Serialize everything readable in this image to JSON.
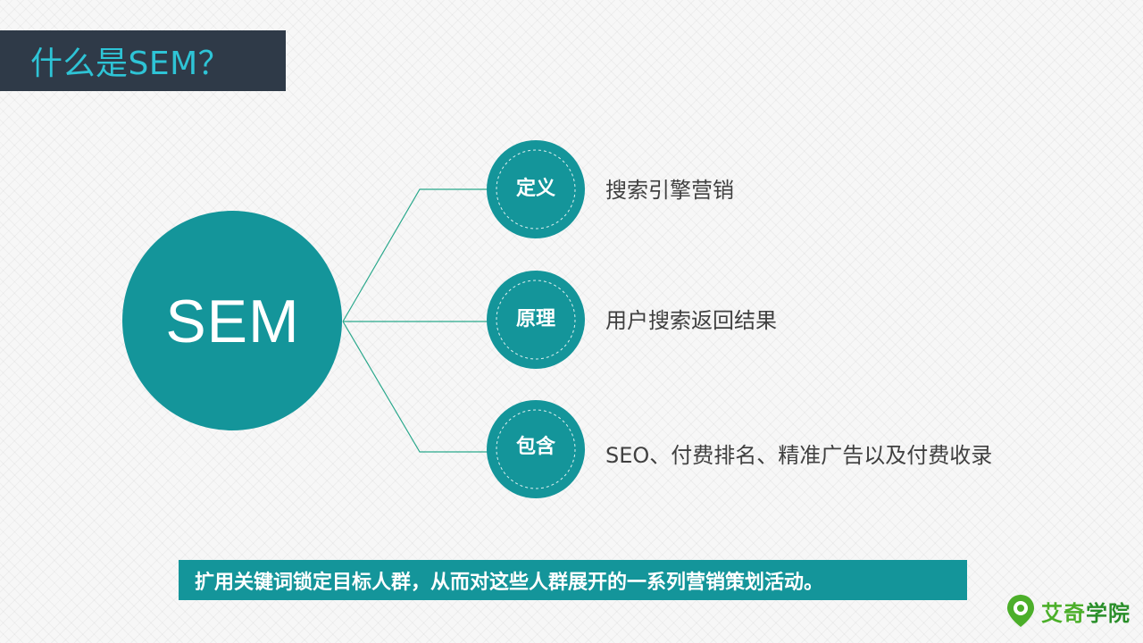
{
  "title": "什么是SEM？",
  "center": {
    "label": "SEM"
  },
  "branches": [
    {
      "label": "定义",
      "description": "搜索引擎营销"
    },
    {
      "label": "原理",
      "description": "用户搜索返回结果"
    },
    {
      "label": "包含",
      "description": "SEO、付费排名、精准广告以及付费收录"
    }
  ],
  "banner": "扩用关键词锁定目标人群，从而对这些人群展开的一系列营销策划活动。",
  "logo": {
    "text_part1": "艾奇",
    "text_part2": "学院",
    "icon": "location-pin-icon"
  },
  "colors": {
    "teal": "#14959a",
    "title_bg": "#2f3a48",
    "title_text": "#2ec4d6",
    "connector": "#2aa88c",
    "logo_green": "#4caf2a"
  }
}
